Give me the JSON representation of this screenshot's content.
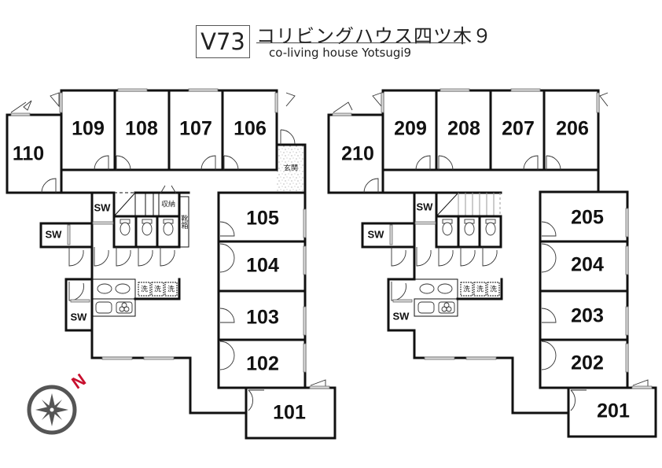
{
  "header": {
    "code": "V73",
    "title_jp": "コリビングハウス四ツ木９",
    "title_en": "co-living house Yotsugi9"
  },
  "floor1": {
    "rooms": [
      {
        "label": "101"
      },
      {
        "label": "102"
      },
      {
        "label": "103"
      },
      {
        "label": "104"
      },
      {
        "label": "105"
      },
      {
        "label": "106"
      },
      {
        "label": "107"
      },
      {
        "label": "108"
      },
      {
        "label": "109"
      },
      {
        "label": "110"
      }
    ],
    "shower_labels": [
      "SW",
      "SW",
      "SW"
    ],
    "entrance_label": "玄関",
    "storage_label": "収納",
    "shoe_box_label": "靴箱",
    "laundry_labels": [
      "洗",
      "洗",
      "洗"
    ]
  },
  "floor2": {
    "rooms": [
      {
        "label": "201"
      },
      {
        "label": "202"
      },
      {
        "label": "203"
      },
      {
        "label": "204"
      },
      {
        "label": "205"
      },
      {
        "label": "206"
      },
      {
        "label": "207"
      },
      {
        "label": "208"
      },
      {
        "label": "209"
      },
      {
        "label": "210"
      }
    ],
    "shower_labels": [
      "SW",
      "SW",
      "SW"
    ],
    "laundry_labels": [
      "洗",
      "洗",
      "洗"
    ]
  },
  "compass": {
    "north_label": "N",
    "north_color": "#c8102e",
    "ring_color": "#555555"
  }
}
